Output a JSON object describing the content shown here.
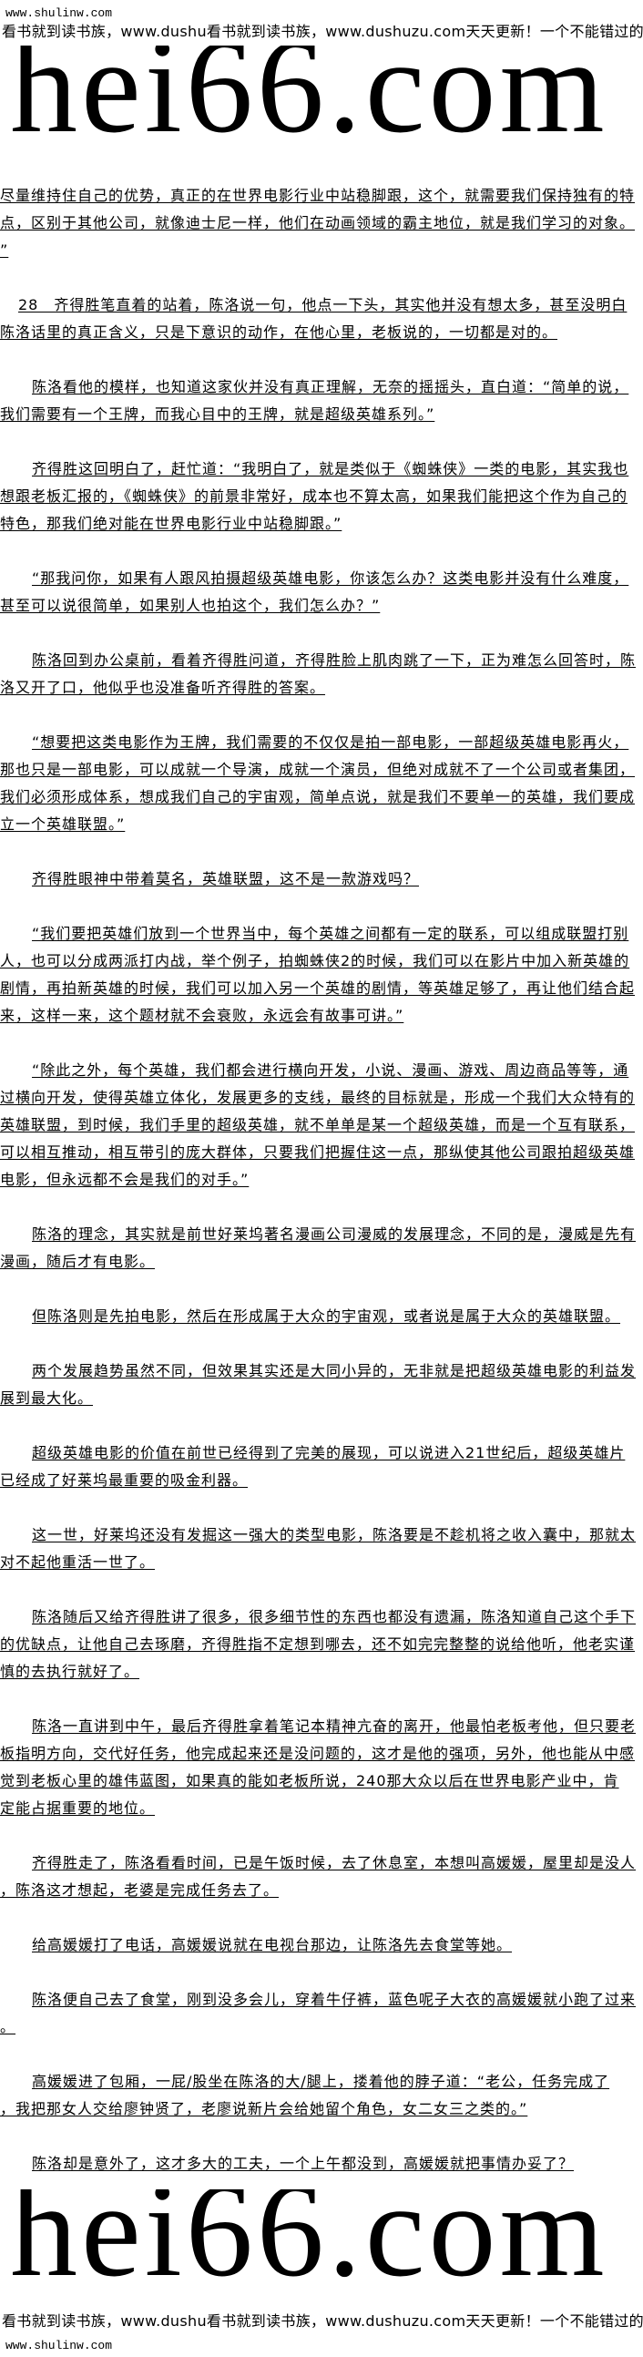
{
  "header": {
    "site_url": "www.shulinw.com",
    "banner": "看书就到读书族，www.dushu看书就到读书族，www.dushuzu.com天天更新！一个不能错过的网站",
    "logo": ".hei66.com"
  },
  "footer": {
    "logo": ".hei66.com",
    "banner": "看书就到读书族，www.dushu看书就到读书族，www.dushuzu.com天天更新！一个不能错过的网站",
    "site_url": "www.shulinw.com"
  },
  "article": {
    "paragraphs": [
      [
        "尽量维持住自己的优势，真正的在世界电影行业中站稳脚跟，这个，就需要我们保持独有的特",
        "点，区别于其他公司，就像迪士尼一样，他们在动画领域的霸主地位，就是我们学习的对象。",
        "”"
      ],
      [
        "28　齐得胜笔直着的站着，陈洛说一句，他点一下头，其实他并没有想太多，甚至没明白",
        "陈洛话里的真正含义，只是下意识的动作，在他心里，老板说的，一切都是对的。"
      ],
      [
        "陈洛看他的模样，也知道这家伙并没有真正理解，无奈的摇摇头，直白道：“简单的说，",
        "我们需要有一个王牌，而我心目中的王牌，就是超级英雄系列。”"
      ],
      [
        "齐得胜这回明白了，赶忙道：“我明白了，就是类似于《蜘蛛侠》一类的电影，其实我也",
        "想跟老板汇报的，《蜘蛛侠》的前景非常好，成本也不算太高，如果我们能把这个作为自己的",
        "特色，那我们绝对能在世界电影行业中站稳脚跟。”"
      ],
      [
        "“那我问你，如果有人跟风拍摄超级英雄电影，你该怎么办？这类电影并没有什么难度，",
        "甚至可以说很简单，如果别人也拍这个，我们怎么办？”"
      ],
      [
        "陈洛回到办公桌前，看着齐得胜问道，齐得胜脸上肌肉跳了一下，正为难怎么回答时，陈",
        "洛又开了口，他似乎也没准备听齐得胜的答案。"
      ],
      [
        "“想要把这类电影作为王牌，我们需要的不仅仅是拍一部电影，一部超级英雄电影再火，",
        "那也只是一部电影，可以成就一个导演，成就一个演员，但绝对成就不了一个公司或者集团，",
        "我们必须形成体系，想成我们自己的宇宙观，简单点说，就是我们不要单一的英雄，我们要成",
        "立一个英雄联盟。”"
      ],
      [
        "齐得胜眼神中带着莫名，英雄联盟，这不是一款游戏吗？"
      ],
      [
        "“我们要把英雄们放到一个世界当中，每个英雄之间都有一定的联系，可以组成联盟打别",
        "人，也可以分成两派打内战，举个例子，拍蜘蛛侠2的时候，我们可以在影片中加入新英雄的",
        "剧情，再拍新英雄的时候，我们可以加入另一个英雄的剧情，等英雄足够了，再让他们结合起",
        "来，这样一来，这个题材就不会衰败，永远会有故事可讲。”"
      ],
      [
        "“除此之外，每个英雄，我们都会进行横向开发，小说、漫画、游戏、周边商品等等，通",
        "过横向开发，使得英雄立体化，发展更多的支线，最终的目标就是，形成一个我们大众特有的",
        "英雄联盟，到时候，我们手里的超级英雄，就不单单是某一个超级英雄，而是一个互有联系，",
        "可以相互推动，相互带引的庞大群体，只要我们把握住这一点，那纵使其他公司跟拍超级英雄",
        "电影，但永远都不会是我们的对手。”"
      ],
      [
        "陈洛的理念，其实就是前世好莱坞著名漫画公司漫威的发展理念，不同的是，漫威是先有",
        "漫画，随后才有电影。"
      ],
      [
        "但陈洛则是先拍电影，然后在形成属于大众的宇宙观，或者说是属于大众的英雄联盟。"
      ],
      [
        "两个发展趋势虽然不同，但效果其实还是大同小异的，无非就是把超级英雄电影的利益发",
        "展到最大化。"
      ],
      [
        "超级英雄电影的价值在前世已经得到了完美的展现，可以说进入21世纪后，超级英雄片",
        "已经成了好莱坞最重要的吸金利器。"
      ],
      [
        "这一世，好莱坞还没有发掘这一强大的类型电影，陈洛要是不趁机将之收入囊中，那就太",
        "对不起他重活一世了。"
      ],
      [
        "陈洛随后又给齐得胜讲了很多，很多细节性的东西也都没有遗漏，陈洛知道自己这个手下",
        "的优缺点，让他自己去琢磨，齐得胜指不定想到哪去，还不如完完整整的说给他听，他老实谨",
        "慎的去执行就好了。"
      ],
      [
        "陈洛一直讲到中午，最后齐得胜拿着笔记本精神亢奋的离开，他最怕老板考他，但只要老",
        "板指明方向，交代好任务，他完成起来还是没问题的，这才是他的强项，另外，他也能从中感",
        "觉到老板心里的雄伟蓝图，如果真的能如老板所说，240那大众以后在世界电影产业中，肯",
        "定能占据重要的地位。"
      ],
      [
        "齐得胜走了，陈洛看看时间，已是午饭时候，去了休息室，本想叫高媛媛，屋里却是没人",
        "，陈洛这才想起，老婆是完成任务去了。"
      ],
      [
        "给高媛媛打了电话，高媛媛说就在电视台那边，让陈洛先去食堂等她。"
      ],
      [
        "陈洛便自己去了食堂，刚到没多会儿，穿着牛仔裤，蓝色呢子大衣的高媛媛就小跑了过来",
        "。"
      ],
      [
        "高媛媛进了包厢，一屁/股坐在陈洛的大/腿上，搂着他的脖子道：“老公，任务完成了",
        "，我把那女人交给廖钟贤了，老廖说新片会给她留个角色，女二女三之类的。”"
      ],
      [
        "陈洛却是意外了，这才多大的工夫，一个上午都没到，高媛媛就把事情办妥了？"
      ]
    ]
  }
}
